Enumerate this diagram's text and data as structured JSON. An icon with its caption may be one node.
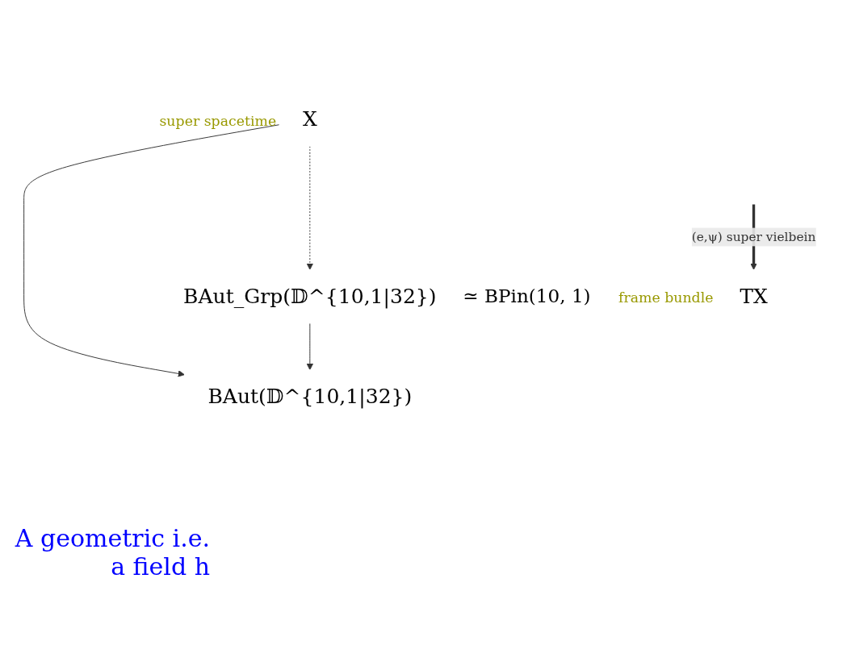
{
  "diagram": {
    "nodes": [
      {
        "text": [
          "X"
        ],
        "beside": [
          "super spacetime"
        ]
      },
      {
        "text": [
          "TX"
        ],
        "beside": [
          "frame bundle"
        ]
      },
      {
        "text": [
          "BAut_Grp(𝔻^{10,1|32})"
        ],
        "beside": [
          "≃ BPin(10, 1)"
        ]
      },
      {
        "text": [
          "BAut(𝔻^{10,1|32})"
        ]
      }
    ],
    "edges": [
      {
        "from": 0,
        "to": 3,
        "arrow": "to"
      },
      {
        "from": 0,
        "to": 2,
        "arrow": "to",
        "style": "dashed"
      },
      {
        "from": null,
        "to": 1,
        "arrow": "to",
        "style": "thick",
        "label": "(e,ψ) super vielbein"
      },
      {
        "from": 2,
        "to": 3,
        "arrow": "to"
      }
    ],
    "labels": [
      "A geometric i.e. a field h"
    ]
  }
}
